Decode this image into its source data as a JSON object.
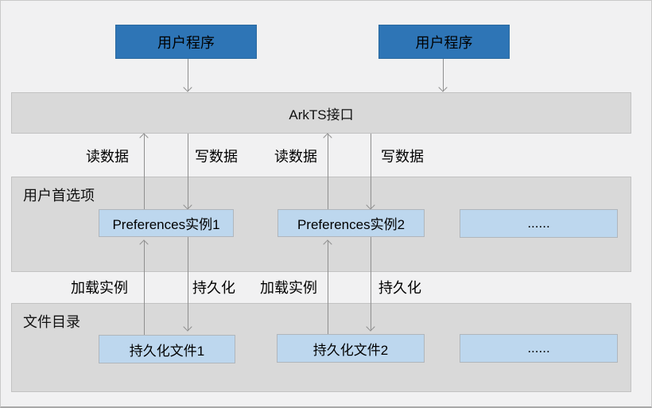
{
  "diagram": {
    "top_boxes": [
      {
        "label": "用户程序"
      },
      {
        "label": "用户程序"
      }
    ],
    "api_bar": {
      "label": "ArkTS接口"
    },
    "data_flow_labels": [
      {
        "text": "读数据"
      },
      {
        "text": "写数据"
      },
      {
        "text": "读数据"
      },
      {
        "text": "写数据"
      }
    ],
    "preferences_section": {
      "title": "用户首选项",
      "boxes": [
        {
          "label": "Preferences实例1"
        },
        {
          "label": "Preferences实例2"
        },
        {
          "label": "......"
        }
      ]
    },
    "persistence_labels": [
      {
        "text": "加载实例"
      },
      {
        "text": "持久化"
      },
      {
        "text": "加载实例"
      },
      {
        "text": "持久化"
      }
    ],
    "files_section": {
      "title": "文件目录",
      "boxes": [
        {
          "label": "持久化文件1"
        },
        {
          "label": "持久化文件2"
        },
        {
          "label": "......"
        }
      ]
    },
    "colors": {
      "program_blue": "#2e75b6",
      "instance_blue": "#bdd7ee",
      "section_gray": "#d9d9d9",
      "arrow_gray": "#8f8f8f"
    }
  }
}
